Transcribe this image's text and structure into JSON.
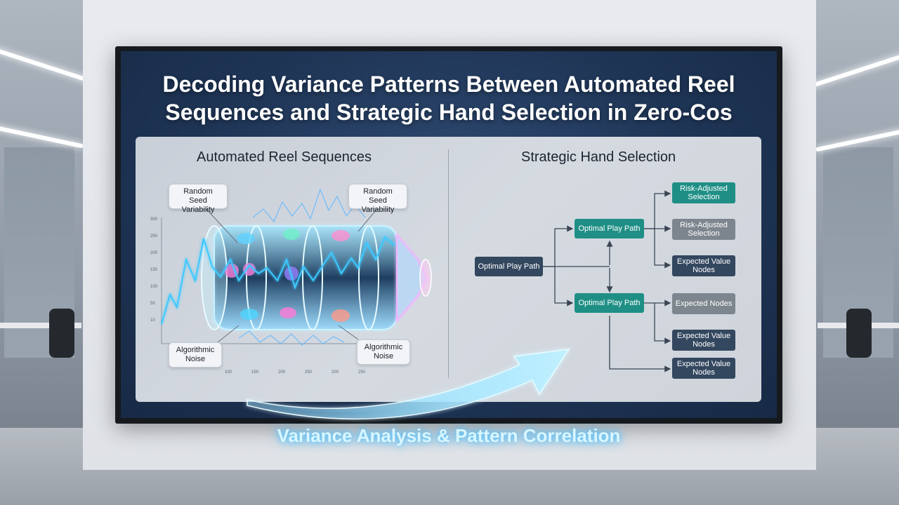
{
  "title_line1": "Decoding Variance Patterns Between Automated Reel",
  "title_line2": "Sequences and Strategic Hand Selection in Zero-Cos",
  "left_section": {
    "title": "Automated Reel Sequences",
    "callouts": [
      {
        "text": "Random Seed Variability"
      },
      {
        "text": "Random Seed Variability"
      },
      {
        "text": "Algorithmic Noise"
      },
      {
        "text": "Algorithmic Noise"
      }
    ],
    "y_ticks": [
      "300",
      "250",
      "200",
      "150",
      "100",
      "50",
      "10"
    ],
    "x_ticks": [
      "100",
      "150",
      "200",
      "250",
      "200",
      "250"
    ]
  },
  "right_section": {
    "title": "Strategic Hand Selection",
    "nodes": [
      {
        "id": "root",
        "label": "Optimal Play Path",
        "style": "navy"
      },
      {
        "id": "mid1",
        "label": "Optimal Play Path",
        "style": "teal"
      },
      {
        "id": "mid2",
        "label": "Optimal Play Path",
        "style": "teal"
      },
      {
        "id": "leaf1",
        "label": "Risk-Adjusted Selection",
        "style": "teal"
      },
      {
        "id": "leaf2",
        "label": "Risk-Adjusted Selection",
        "style": "grey"
      },
      {
        "id": "leaf3",
        "label": "Expected Value Nodes",
        "style": "navy"
      },
      {
        "id": "leaf4",
        "label": "Expected Nodes",
        "style": "grey"
      },
      {
        "id": "leaf5",
        "label": "Expected Value Nodes",
        "style": "navy"
      },
      {
        "id": "leaf6",
        "label": "Expected Value Nodes",
        "style": "navy"
      }
    ]
  },
  "subtitle": "Variance Analysis & Pattern Correlation",
  "colors": {
    "accent": "#1f8f86",
    "glow": "#53c7ff",
    "navy": "#33475f"
  }
}
